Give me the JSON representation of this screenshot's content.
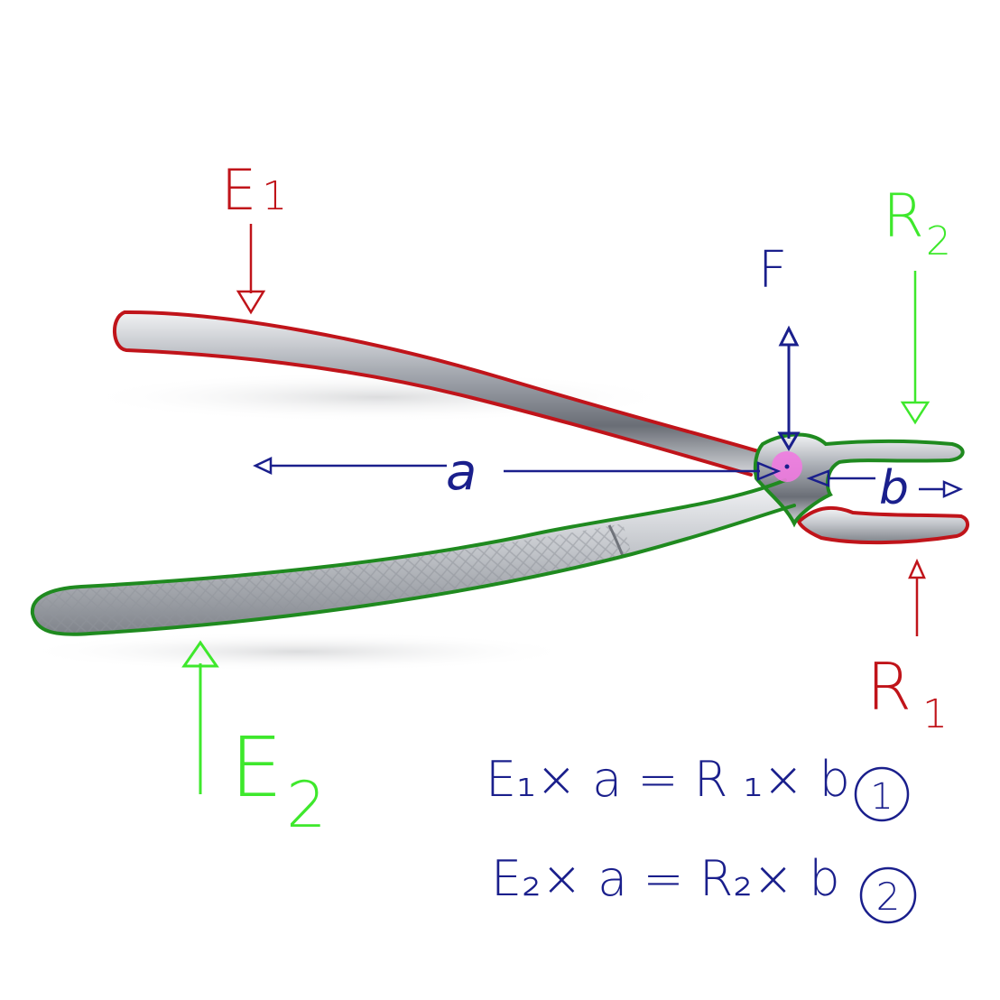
{
  "colors": {
    "effort_one": "#c0141a",
    "effort_two": "#3ee82c",
    "annotation": "#1a1f8c",
    "fulcrum": "#f07ae0",
    "metal_light": "#e2e4e8",
    "metal_dark": "#5e6168"
  },
  "labels": {
    "e1_letter": "E",
    "e1_sub": "1",
    "e2_letter": "E",
    "e2_sub": "2",
    "r1_letter": "R",
    "r1_sub": "1",
    "r2_letter": "R",
    "r2_sub": "2",
    "fulcrum": "F",
    "arm_a": "a",
    "arm_b": "b"
  },
  "equations": [
    {
      "text": "E₁× a = R ₁× b",
      "number": "1"
    },
    {
      "text": "E₂× a = R₂× b",
      "number": "2"
    }
  ]
}
